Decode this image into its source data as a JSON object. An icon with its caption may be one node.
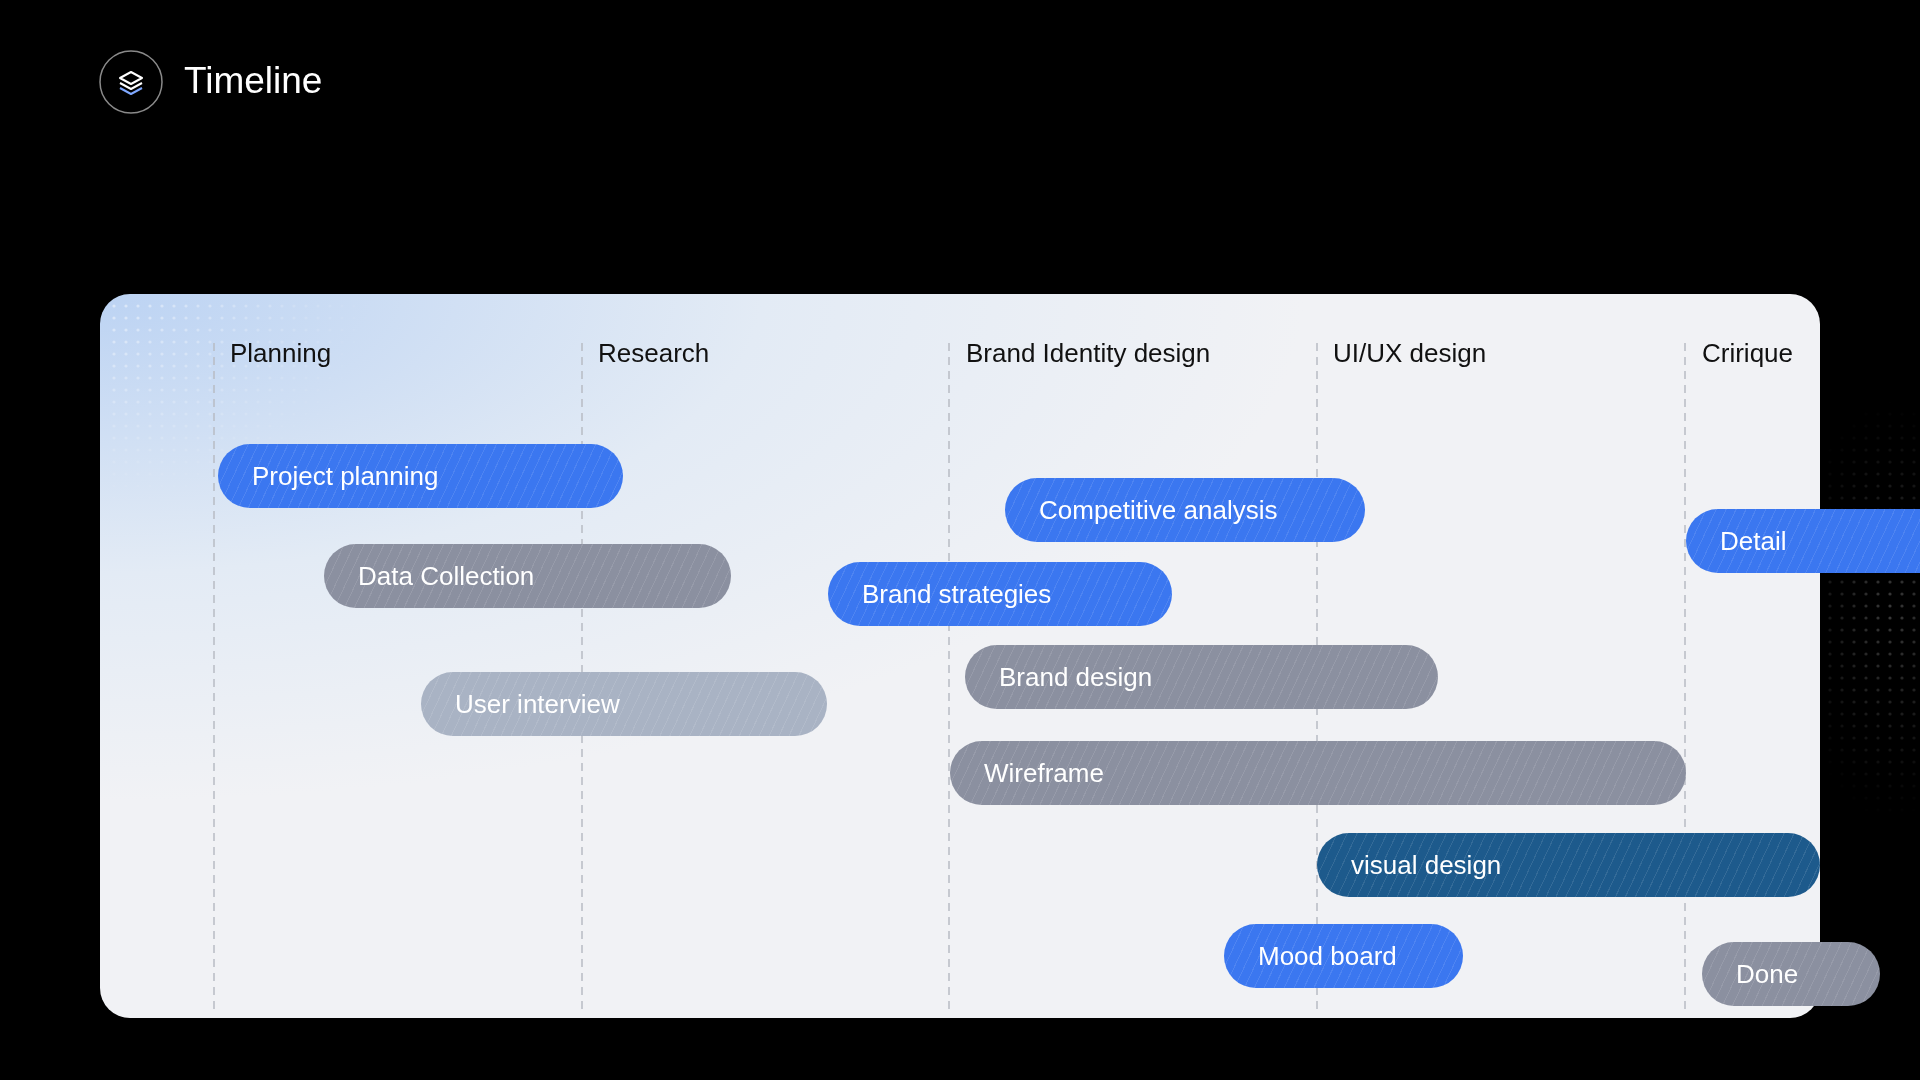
{
  "diagram": {
    "title": "Timeline",
    "nodes": [
      {
        "text": [
          "Project planning"
        ]
      },
      {
        "text": [
          "Competitive analysis"
        ]
      },
      {
        "text": [
          "Detail"
        ]
      },
      {
        "text": [
          "Data Collection"
        ]
      },
      {
        "text": [
          "Brand strategies"
        ]
      },
      {
        "text": [
          "Brand design"
        ]
      },
      {
        "text": [
          "User interview"
        ]
      },
      {
        "text": [
          "Wireframe"
        ]
      },
      {
        "text": [
          "visual design"
        ]
      },
      {
        "text": [
          "Mood board"
        ]
      },
      {
        "text": [
          "Done"
        ]
      }
    ],
    "labels": [
      "Planning",
      "Research",
      "Brand Identity design",
      "UI/UX design",
      "Cririque"
    ]
  }
}
